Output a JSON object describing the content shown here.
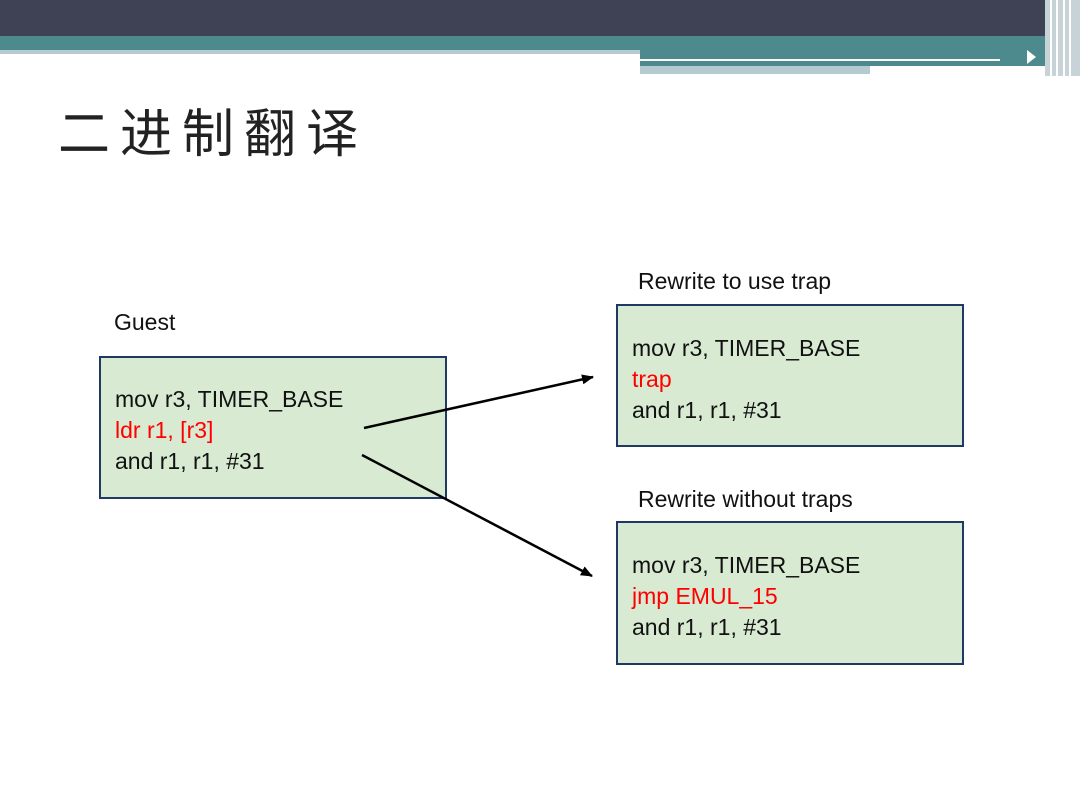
{
  "slide": {
    "title": "二进制翻译"
  },
  "guest": {
    "label": "Guest",
    "lines": [
      "mov r3, TIMER_BASE",
      "ldr r1, [r3]",
      "and r1, r1, #31"
    ]
  },
  "trap": {
    "label": "Rewrite to use trap",
    "lines": [
      "mov r3, TIMER_BASE",
      "trap",
      "and r1, r1, #31"
    ]
  },
  "notrap": {
    "label": "Rewrite without traps",
    "lines": [
      "mov r3, TIMER_BASE",
      "jmp EMUL_15",
      "and r1, r1, #31"
    ]
  },
  "colors": {
    "box_fill": "#d9ead3",
    "box_border": "#1f3864",
    "highlight": "#ff0000",
    "header_dark": "#3f4155",
    "header_teal": "#4d8a8e"
  }
}
